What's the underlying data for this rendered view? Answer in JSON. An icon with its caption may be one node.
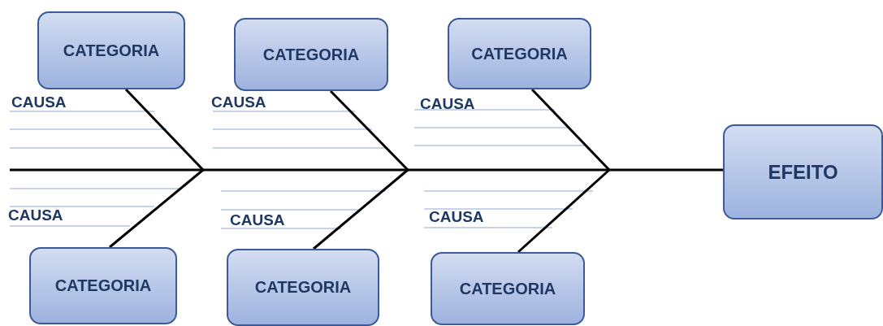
{
  "diagram": {
    "nodes": [
      {
        "text": [
          "CATEGORIA"
        ]
      },
      {
        "text": [
          "CATEGORIA"
        ]
      },
      {
        "text": [
          "CATEGORIA"
        ]
      },
      {
        "text": [
          "EFEITO"
        ]
      },
      {
        "text": [
          "CATEGORIA"
        ]
      },
      {
        "text": [
          "CATEGORIA"
        ]
      },
      {
        "text": [
          "CATEGORIA"
        ]
      }
    ],
    "edges": [
      {
        "from": 0,
        "to": null,
        "arrow": "none"
      },
      {
        "from": 1,
        "to": null,
        "arrow": "none"
      },
      {
        "from": 2,
        "to": null,
        "arrow": "none"
      },
      {
        "from": 4,
        "to": null,
        "arrow": "none"
      },
      {
        "from": 5,
        "to": null,
        "arrow": "none"
      },
      {
        "from": 6,
        "to": null,
        "arrow": "none"
      },
      {
        "from": null,
        "to": 3,
        "arrow": "none"
      }
    ],
    "labels": [
      "CAUSA",
      "CAUSA",
      "CAUSA",
      "CAUSA",
      "CAUSA",
      "CAUSA"
    ]
  }
}
